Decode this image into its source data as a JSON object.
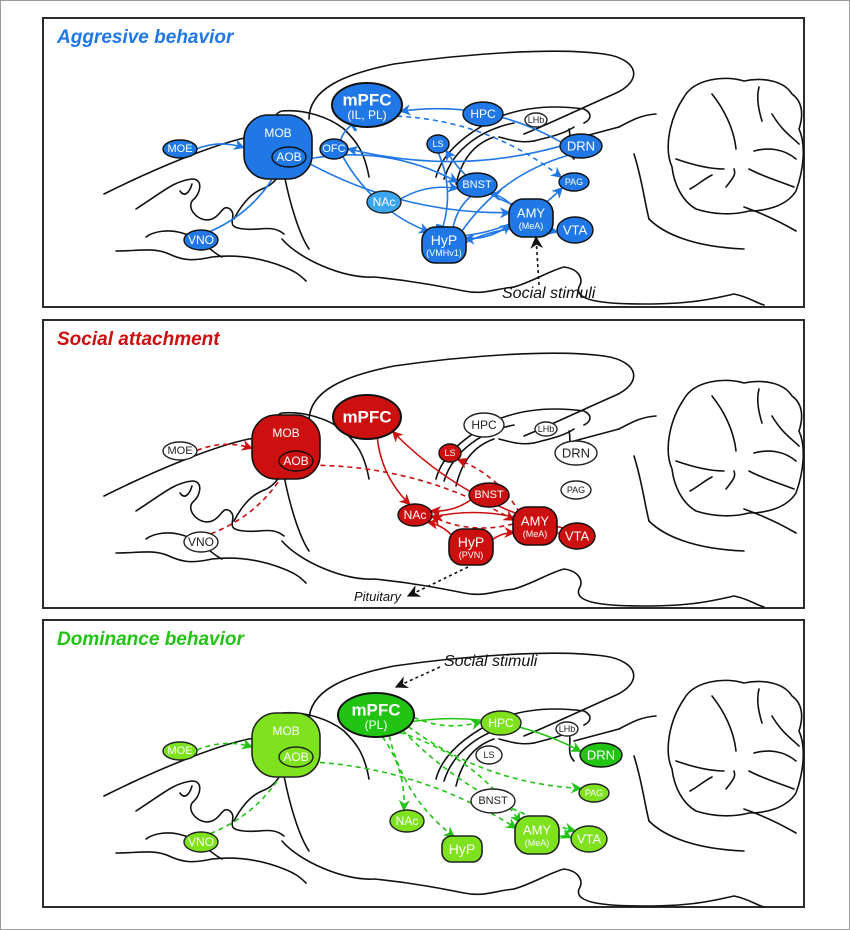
{
  "figure": {
    "panels": [
      {
        "id": "aggressive",
        "title": "Aggresive behavior",
        "color": "#1f78e6",
        "light_color": "#3aa6ee",
        "annotation": {
          "text": "Social stimuli",
          "target": "AMY"
        },
        "nodes": [
          {
            "id": "MOE",
            "label": "MOE",
            "style": "filled"
          },
          {
            "id": "VNO",
            "label": "VNO",
            "style": "filled"
          },
          {
            "id": "MOB",
            "label": "MOB",
            "style": "filled"
          },
          {
            "id": "AOB",
            "label": "AOB",
            "style": "filled"
          },
          {
            "id": "OFC",
            "label": "OFC",
            "style": "filled"
          },
          {
            "id": "mPFC",
            "label": "mPFC",
            "sublabel": "(IL, PL)",
            "style": "filled"
          },
          {
            "id": "HPC",
            "label": "HPC",
            "style": "filled"
          },
          {
            "id": "LHb",
            "label": "LHb",
            "style": "outline"
          },
          {
            "id": "LS",
            "label": "LS",
            "style": "filled"
          },
          {
            "id": "DRN",
            "label": "DRN",
            "style": "filled"
          },
          {
            "id": "NAc",
            "label": "NAc",
            "style": "light"
          },
          {
            "id": "BNST",
            "label": "BNST",
            "style": "filled"
          },
          {
            "id": "PAG",
            "label": "PAG",
            "style": "filled"
          },
          {
            "id": "AMY",
            "label": "AMY",
            "sublabel": "(MeA)",
            "style": "filled"
          },
          {
            "id": "HyP",
            "label": "HyP",
            "sublabel": "(VMHv1)",
            "style": "filled"
          },
          {
            "id": "VTA",
            "label": "VTA",
            "style": "filled"
          }
        ],
        "connections": [
          {
            "from": "MOE",
            "to": "MOB",
            "type": "solid"
          },
          {
            "from": "VNO",
            "to": "AOB",
            "type": "solid"
          },
          {
            "from": "AOB",
            "to": "BNST",
            "type": "solid"
          },
          {
            "from": "AOB",
            "to": "AMY",
            "type": "solid"
          },
          {
            "from": "OFC",
            "to": "mPFC",
            "type": "inhibitory"
          },
          {
            "from": "OFC",
            "to": "HyP",
            "type": "solid"
          },
          {
            "from": "mPFC",
            "to": "PAG",
            "type": "dashed"
          },
          {
            "from": "DRN",
            "to": "mPFC",
            "type": "solid"
          },
          {
            "from": "DRN",
            "to": "OFC",
            "type": "solid"
          },
          {
            "from": "DRN",
            "to": "HyP",
            "type": "inhibitory"
          },
          {
            "from": "AMY",
            "to": "LS",
            "type": "solid"
          },
          {
            "from": "AMY",
            "to": "BNST",
            "type": "solid"
          },
          {
            "from": "AMY",
            "to": "HyP",
            "type": "solid"
          },
          {
            "from": "HyP",
            "to": "AMY",
            "type": "solid"
          },
          {
            "from": "LS",
            "to": "HyP",
            "type": "inhibitory"
          },
          {
            "from": "BNST",
            "to": "HyP",
            "type": "inhibitory"
          },
          {
            "from": "NAc",
            "to": "BNST",
            "type": "solid"
          },
          {
            "from": "HyP",
            "to": "PAG",
            "type": "solid"
          },
          {
            "from": "HyP",
            "to": "VTA",
            "type": "solid"
          }
        ]
      },
      {
        "id": "attachment",
        "title": "Social attachment",
        "color": "#cc0f0f",
        "light_color": "#cc0f0f",
        "annotation": {
          "text": "Pituitary",
          "source": "HyP"
        },
        "nodes": [
          {
            "id": "MOE",
            "label": "MOE",
            "style": "outline"
          },
          {
            "id": "VNO",
            "label": "VNO",
            "style": "outline"
          },
          {
            "id": "MOB",
            "label": "MOB",
            "style": "filled"
          },
          {
            "id": "AOB",
            "label": "AOB",
            "style": "filled"
          },
          {
            "id": "mPFC",
            "label": "mPFC",
            "style": "filled"
          },
          {
            "id": "HPC",
            "label": "HPC",
            "style": "outline"
          },
          {
            "id": "LHb",
            "label": "LHb",
            "style": "outline"
          },
          {
            "id": "LS",
            "label": "LS",
            "style": "filled"
          },
          {
            "id": "DRN",
            "label": "DRN",
            "style": "outline"
          },
          {
            "id": "PAG",
            "label": "PAG",
            "style": "outline"
          },
          {
            "id": "NAc",
            "label": "NAc",
            "style": "filled"
          },
          {
            "id": "BNST",
            "label": "BNST",
            "style": "filled"
          },
          {
            "id": "AMY",
            "label": "AMY",
            "sublabel": "(MeA)",
            "style": "filled"
          },
          {
            "id": "HyP",
            "label": "HyP",
            "sublabel": "(PVN)",
            "style": "filled"
          },
          {
            "id": "VTA",
            "label": "VTA",
            "style": "filled"
          }
        ],
        "connections": [
          {
            "from": "MOE",
            "to": "MOB",
            "type": "dashed"
          },
          {
            "from": "VNO",
            "to": "AOB",
            "type": "dashed"
          },
          {
            "from": "AOB",
            "to": "AMY",
            "type": "dashed"
          },
          {
            "from": "mPFC",
            "to": "NAc",
            "type": "solid"
          },
          {
            "from": "VTA",
            "to": "mPFC",
            "type": "solid"
          },
          {
            "from": "VTA",
            "to": "NAc",
            "type": "solid"
          },
          {
            "from": "BNST",
            "to": "NAc",
            "type": "solid"
          },
          {
            "from": "AMY",
            "to": "LS",
            "type": "dashed"
          },
          {
            "from": "AMY",
            "to": "NAc",
            "type": "dashed"
          },
          {
            "from": "HyP",
            "to": "NAc",
            "type": "solid"
          },
          {
            "from": "HyP",
            "to": "AMY",
            "type": "solid"
          }
        ]
      },
      {
        "id": "dominance",
        "title": "Dominance behavior",
        "color": "#22c414",
        "light_color": "#7fe21f",
        "annotation": {
          "text": "Social stimuli",
          "target": "mPFC"
        },
        "nodes": [
          {
            "id": "MOE",
            "label": "MOE",
            "style": "light"
          },
          {
            "id": "VNO",
            "label": "VNO",
            "style": "light"
          },
          {
            "id": "MOB",
            "label": "MOB",
            "style": "light"
          },
          {
            "id": "AOB",
            "label": "AOB",
            "style": "light"
          },
          {
            "id": "mPFC",
            "label": "mPFC",
            "sublabel": "(PL)",
            "style": "filled"
          },
          {
            "id": "HPC",
            "label": "HPC",
            "style": "light"
          },
          {
            "id": "LHb",
            "label": "LHb",
            "style": "outline"
          },
          {
            "id": "LS",
            "label": "LS",
            "style": "outline"
          },
          {
            "id": "DRN",
            "label": "DRN",
            "style": "filled"
          },
          {
            "id": "PAG",
            "label": "PAG",
            "style": "light"
          },
          {
            "id": "BNST",
            "label": "BNST",
            "style": "outline"
          },
          {
            "id": "NAc",
            "label": "NAc",
            "style": "light"
          },
          {
            "id": "AMY",
            "label": "AMY",
            "sublabel": "(MeA)",
            "style": "light"
          },
          {
            "id": "HyP",
            "label": "HyP",
            "style": "light"
          },
          {
            "id": "VTA",
            "label": "VTA",
            "style": "light"
          }
        ],
        "connections": [
          {
            "from": "MOE",
            "to": "MOB",
            "type": "dashed"
          },
          {
            "from": "VNO",
            "to": "AOB",
            "type": "dashed"
          },
          {
            "from": "AOB",
            "to": "AMY",
            "type": "dashed"
          },
          {
            "from": "mPFC",
            "to": "HPC",
            "type": "dashed"
          },
          {
            "from": "mPFC",
            "to": "DRN",
            "type": "solid"
          },
          {
            "from": "mPFC",
            "to": "PAG",
            "type": "dashed"
          },
          {
            "from": "mPFC",
            "to": "AMY",
            "type": "dashed"
          },
          {
            "from": "mPFC",
            "to": "VTA",
            "type": "dashed"
          },
          {
            "from": "mPFC",
            "to": "NAc",
            "type": "dashed"
          },
          {
            "from": "mPFC",
            "to": "HyP",
            "type": "dashed"
          },
          {
            "from": "AMY",
            "to": "VTA",
            "type": "solid"
          }
        ]
      }
    ]
  }
}
